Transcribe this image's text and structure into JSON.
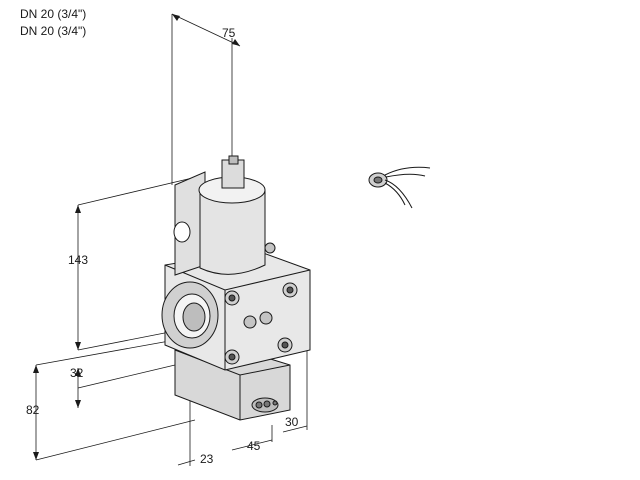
{
  "labels": {
    "line1": "DN 20 (3/4\")",
    "line2": "DN 20 (3/4\")"
  },
  "dimensions": {
    "top_width": "75",
    "total_height": "143",
    "inlet_height": "32",
    "base_height": "82",
    "depth_front": "23",
    "depth_mid": "45",
    "depth_right": "30"
  },
  "colors": {
    "line": "#1a1a1a",
    "body_light": "#e6e6e6",
    "body_mid": "#cfcfcf",
    "body_dark": "#9a9a9a"
  }
}
